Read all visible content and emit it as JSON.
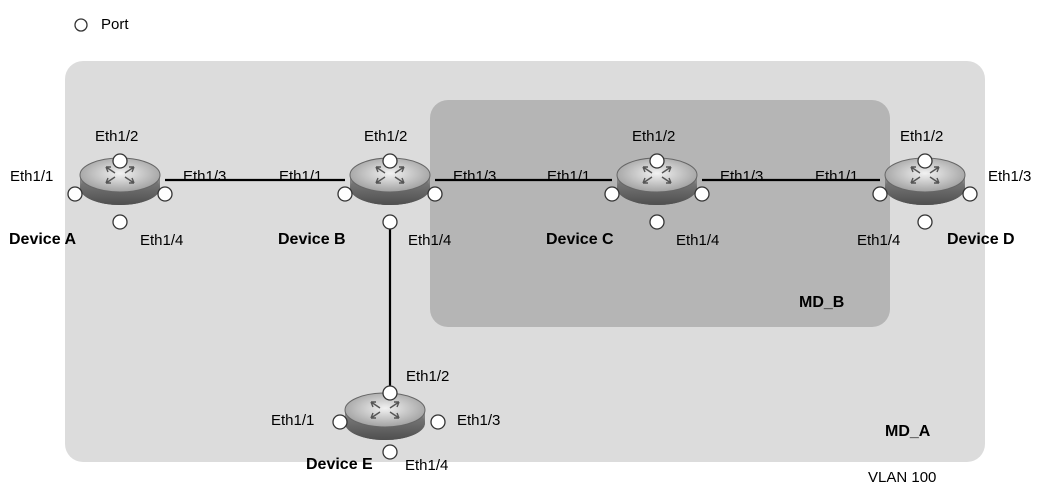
{
  "legend": {
    "port_label": "Port"
  },
  "domains": {
    "md_a": "MD_A",
    "md_b": "MD_B",
    "vlan": "VLAN 100"
  },
  "colors": {
    "md_a_fill": "#dcdcdc",
    "md_b_fill": "#b5b5b5",
    "device_body": "#7f7f7f",
    "device_top": "#c8c8c8"
  },
  "devices": {
    "a": {
      "name": "Device A",
      "ports": {
        "p1": "Eth1/1",
        "p2": "Eth1/2",
        "p3": "Eth1/3",
        "p4": "Eth1/4"
      }
    },
    "b": {
      "name": "Device B",
      "ports": {
        "p1": "Eth1/1",
        "p2": "Eth1/2",
        "p3": "Eth1/3",
        "p4": "Eth1/4"
      }
    },
    "c": {
      "name": "Device C",
      "ports": {
        "p1": "Eth1/1",
        "p2": "Eth1/2",
        "p3": "Eth1/3",
        "p4": "Eth1/4"
      }
    },
    "d": {
      "name": "Device D",
      "ports": {
        "p1": "Eth1/1",
        "p2": "Eth1/2",
        "p3": "Eth1/3",
        "p4": "Eth1/4"
      }
    },
    "e": {
      "name": "Device E",
      "ports": {
        "p1": "Eth1/1",
        "p2": "Eth1/2",
        "p3": "Eth1/3",
        "p4": "Eth1/4"
      }
    }
  }
}
